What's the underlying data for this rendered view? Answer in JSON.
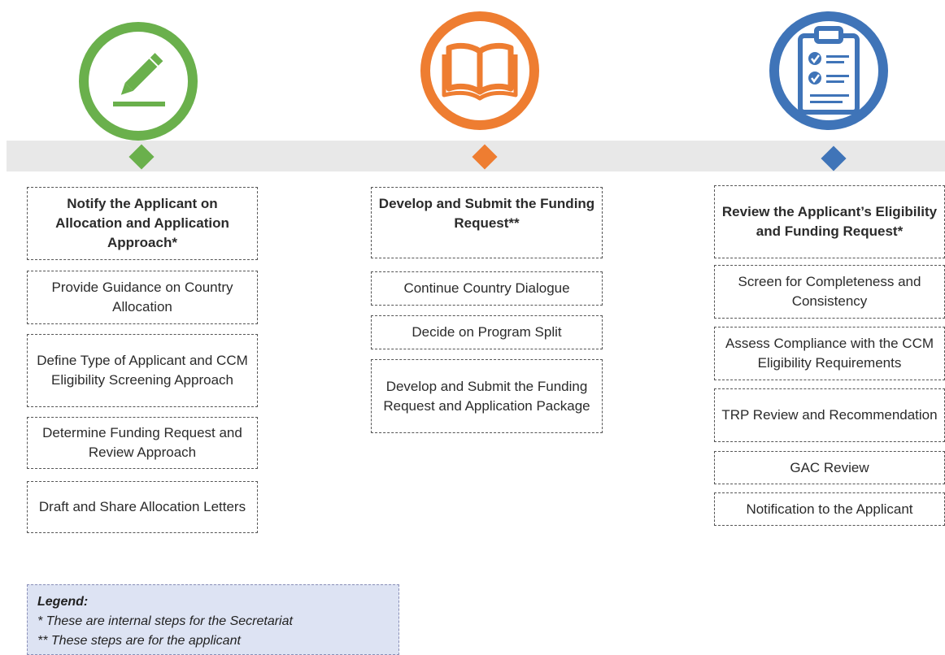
{
  "colors": {
    "green": "#6ab04c",
    "orange": "#ee7d31",
    "blue": "#3f74b8",
    "band": "#e8e8e8",
    "legend_bg": "#dde3f3"
  },
  "columns": [
    {
      "icon": "pencil-icon",
      "header": "Notify the Applicant on Allocation and Application Approach*",
      "steps": [
        "Provide Guidance on Country Allocation",
        "Define Type of Applicant and CCM Eligibility Screening Approach",
        "Determine Funding Request and Review Approach",
        "Draft and Share Allocation Letters"
      ]
    },
    {
      "icon": "open-book-icon",
      "header": "Develop and Submit the Funding Request**",
      "steps": [
        "Continue Country Dialogue",
        "Decide on Program Split",
        "Develop and Submit the Funding Request and Application Package"
      ]
    },
    {
      "icon": "clipboard-checklist-icon",
      "header": "Review the Applicant’s Eligibility and Funding Request*",
      "steps": [
        "Screen for Completeness and Consistency",
        "Assess Compliance with the CCM Eligibility Requirements",
        "TRP Review and Recommendation",
        "GAC Review",
        "Notification to the Applicant"
      ]
    }
  ],
  "legend": {
    "title": "Legend:",
    "lines": [
      "* These are internal steps for the Secretariat",
      "** These steps are  for the applicant"
    ]
  }
}
